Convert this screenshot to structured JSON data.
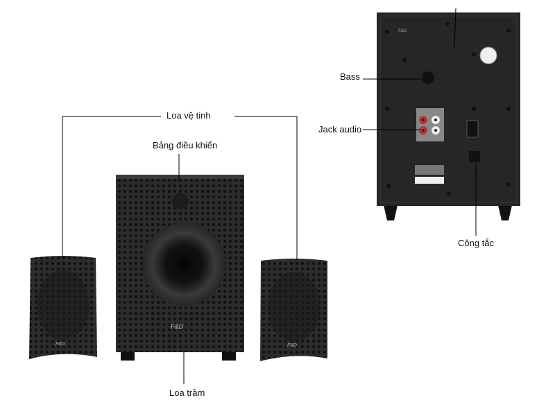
{
  "labels": {
    "satellite": "Loa vệ tinh",
    "control_panel": "Bảng điều khiển",
    "subwoofer": "Loa trầm",
    "bass": "Bass",
    "jack_audio": "Jack audio",
    "power_switch": "Công tắc"
  },
  "brand_logo": "F&D",
  "colors": {
    "speaker_body": "#2a2a2a",
    "leader_line": "#000000"
  }
}
